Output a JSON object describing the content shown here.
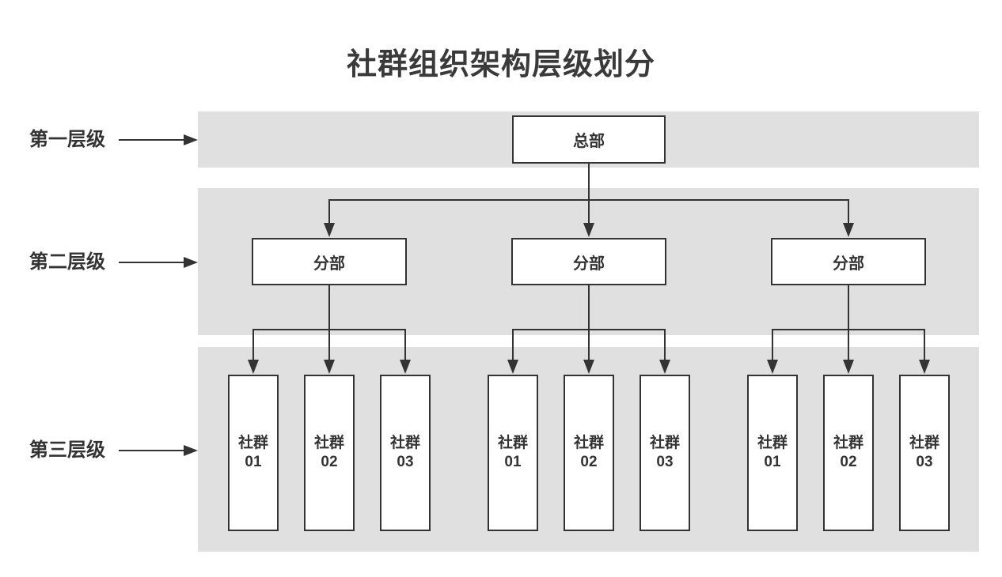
{
  "title": "社群组织架构层级划分",
  "levels": [
    {
      "label": "第一层级"
    },
    {
      "label": "第二层级"
    },
    {
      "label": "第三层级"
    }
  ],
  "nodes": {
    "root": "总部",
    "branches": [
      "分部",
      "分部",
      "分部"
    ],
    "communities": [
      [
        [
          "社群",
          "01"
        ],
        [
          "社群",
          "02"
        ],
        [
          "社群",
          "03"
        ]
      ],
      [
        [
          "社群",
          "01"
        ],
        [
          "社群",
          "02"
        ],
        [
          "社群",
          "03"
        ]
      ],
      [
        [
          "社群",
          "01"
        ],
        [
          "社群",
          "02"
        ],
        [
          "社群",
          "03"
        ]
      ]
    ]
  },
  "colors": {
    "band": "#e0e0e0",
    "line": "#333333",
    "box_background": "#ffffff",
    "text": "#333333"
  }
}
